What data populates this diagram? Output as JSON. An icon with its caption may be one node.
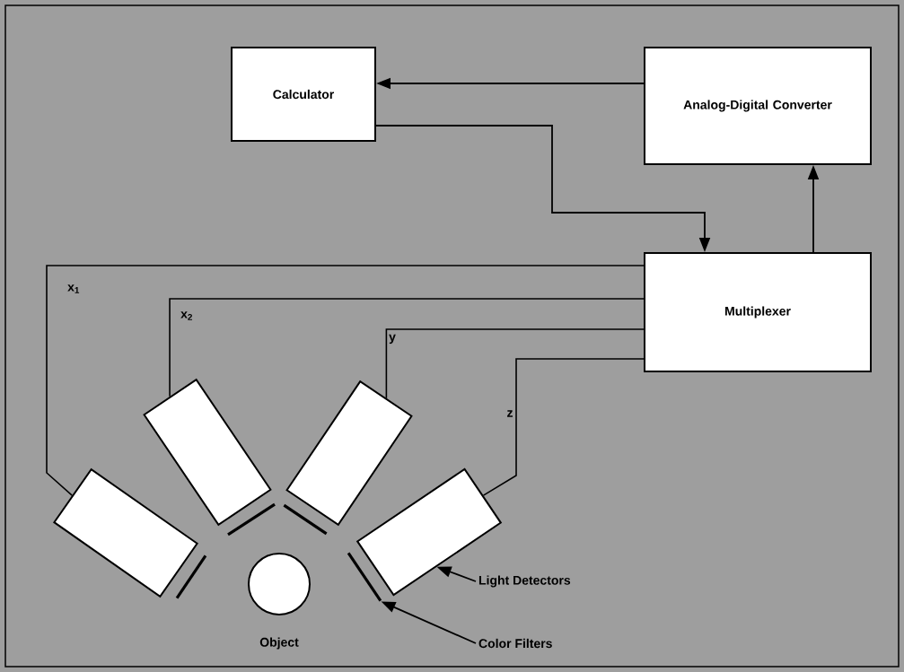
{
  "diagram": {
    "nodes": [
      {
        "text": [
          "Calculator"
        ]
      },
      {
        "text": [
          "Analog-Digital Converter"
        ]
      },
      {
        "text": [
          "Multiplexer"
        ]
      },
      {
        "text": [],
        "shape": "box"
      },
      {
        "text": [],
        "shape": "box"
      },
      {
        "text": [],
        "shape": "box"
      },
      {
        "text": [],
        "shape": "box"
      },
      {
        "text": [],
        "shape": "bar"
      },
      {
        "text": [],
        "shape": "bar"
      },
      {
        "text": [],
        "shape": "bar"
      },
      {
        "text": [],
        "shape": "bar"
      },
      {
        "text": [],
        "shape": "circle",
        "beside": [
          "Object"
        ]
      },
      {
        "text": [
          "Light Detectors"
        ]
      },
      {
        "text": [
          "Color Filters"
        ]
      }
    ],
    "edges": [
      {
        "from": 1,
        "to": 0,
        "arrow": "to"
      },
      {
        "from": 0,
        "to": 2,
        "arrow": "to"
      },
      {
        "from": 2,
        "to": 1,
        "arrow": "to"
      },
      {
        "from": 2,
        "to": 3,
        "arrow": "none",
        "label": "x$_{1}$"
      },
      {
        "from": 2,
        "to": 4,
        "arrow": "none",
        "label": "x$_{2}$"
      },
      {
        "from": 2,
        "to": 5,
        "arrow": "none",
        "label": "y"
      },
      {
        "from": 2,
        "to": 6,
        "arrow": "none",
        "label": "z"
      },
      {
        "from": 12,
        "to": 6,
        "arrow": "to"
      },
      {
        "from": 13,
        "to": 10,
        "arrow": "to"
      }
    ]
  }
}
